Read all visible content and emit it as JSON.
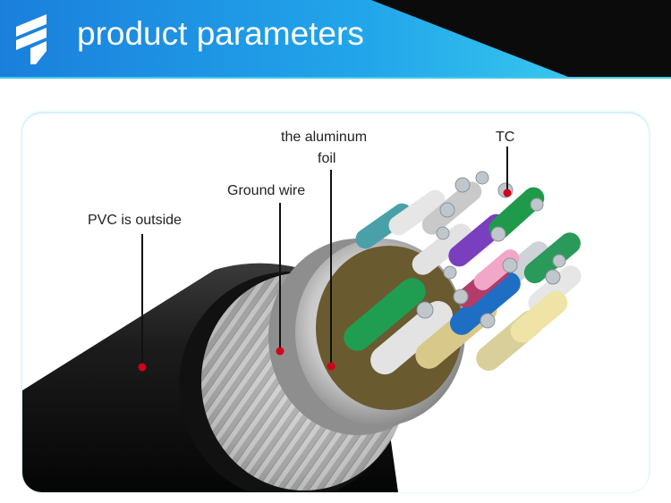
{
  "header": {
    "title": "product parameters",
    "colors": {
      "blue": "#1a8fe3",
      "cyan": "#3fd2ee",
      "black": "#0a0a0a"
    }
  },
  "diagram": {
    "labels": {
      "pvc": "PVC is outside",
      "ground": "Ground wire",
      "foil_line1": "the aluminum",
      "foil_line2": "foil",
      "tc": "TC"
    },
    "marker_color": "#d0021b"
  }
}
